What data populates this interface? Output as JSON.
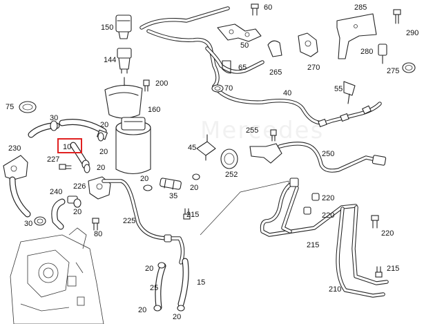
{
  "labels": {
    "l285": "285",
    "l60": "60",
    "l150": "150",
    "l50": "50",
    "l290": "290",
    "l280": "280",
    "l265": "265",
    "l270": "270",
    "l144": "144",
    "l65": "65",
    "l275": "275",
    "l200": "200",
    "l70": "70",
    "l55": "55",
    "l40": "40",
    "l75": "75",
    "l160": "160",
    "l30a": "30",
    "l20a": "20",
    "l255": "255",
    "l230": "230",
    "l10": "10",
    "l20b": "20",
    "l45": "45",
    "l250": "250",
    "l227": "227",
    "l20c": "20",
    "l252": "252",
    "l226": "226",
    "l20d": "20",
    "l20e": "20",
    "l240": "240",
    "l35": "35",
    "l220a": "220",
    "l20f": "20",
    "l215a": "215",
    "l220b": "220",
    "l30b": "30",
    "l225": "225",
    "l80": "80",
    "l215b": "215",
    "l220c": "220",
    "l20g": "20",
    "l15": "15",
    "l25": "25",
    "l215c": "215",
    "l210": "210",
    "l20h": "20",
    "l20i": "20"
  },
  "highlight": {
    "part_label": "10",
    "color": "#e02020"
  },
  "watermark": "Mercedes"
}
